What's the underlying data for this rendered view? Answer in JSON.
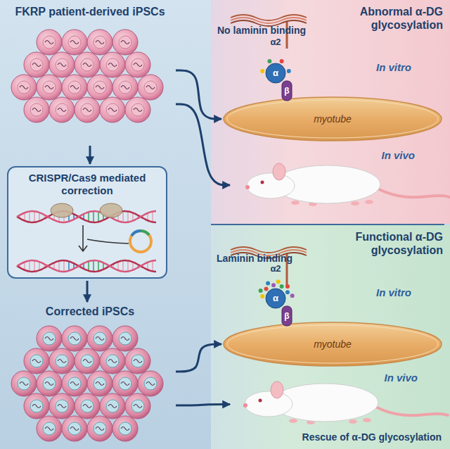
{
  "diagram": {
    "nodes": [
      {
        "text": [
          "FKRP patient-derived iPSCs"
        ]
      },
      {
        "text": [
          "CRISPR/Cas9 mediated correction"
        ]
      },
      {
        "text": [
          "Corrected iPSCs"
        ]
      },
      {
        "text": [
          "Abnormal α-DG glycosylation"
        ]
      },
      {
        "text": [
          "myotube"
        ],
        "in": 3
      },
      {
        "text": [
          "In vivo"
        ],
        "in": 3
      },
      {
        "text": [
          "Functional α-DG glycosylation"
        ]
      },
      {
        "text": [
          "myotube"
        ],
        "in": 6
      },
      {
        "text": [
          "In vivo",
          "Rescue of α-DG glycosylation"
        ],
        "in": 6
      }
    ],
    "edges": [
      {
        "from": 0,
        "to": 1,
        "arrow": "to"
      },
      {
        "from": 1,
        "to": 2,
        "arrow": "to"
      },
      {
        "from": 0,
        "to": 4,
        "arrow": "to"
      },
      {
        "from": 0,
        "to": 5,
        "arrow": "to"
      },
      {
        "from": 2,
        "to": 7,
        "arrow": "to"
      },
      {
        "from": 2,
        "to": 8,
        "arrow": "to"
      }
    ],
    "labels": [
      "No laminin binding",
      "α2",
      "α",
      "β",
      "In vitro",
      "Laminin binding",
      "α2",
      "α",
      "β",
      "In vitro"
    ]
  }
}
